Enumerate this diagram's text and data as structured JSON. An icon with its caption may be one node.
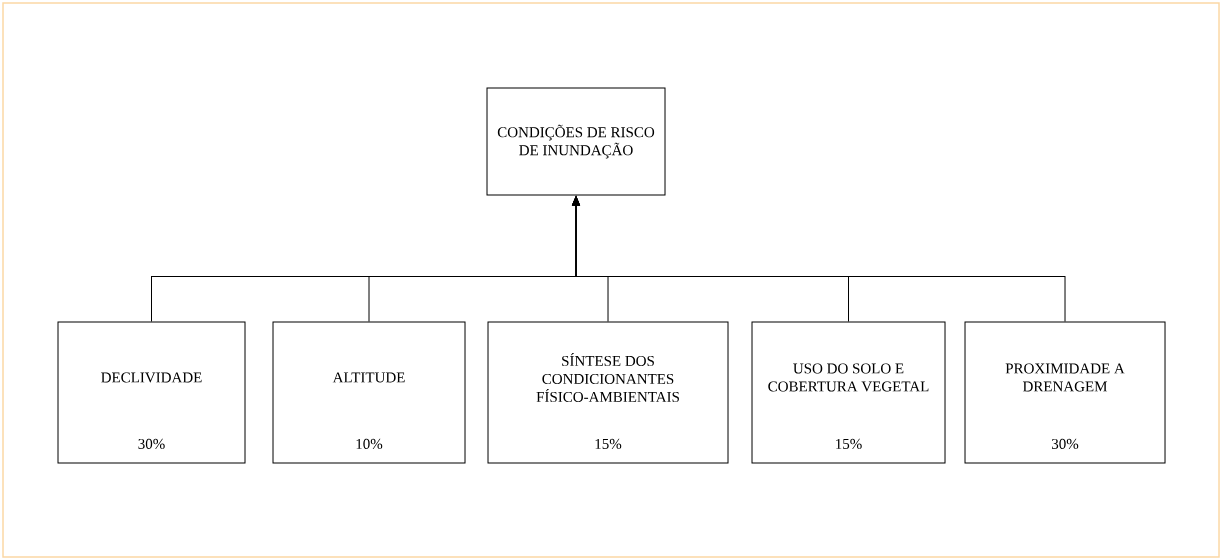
{
  "diagram": {
    "nodes": [
      {
        "text": [
          "CONDIÇÕES DE RISCO DE INUNDAÇÃO"
        ]
      },
      {
        "text": [
          "DECLIVIDADE",
          "30%"
        ]
      },
      {
        "text": [
          "ALTITUDE",
          "10%"
        ]
      },
      {
        "text": [
          "SÍNTESE DOS CONDICIONANTES FÍSICO-AMBIENTAIS",
          "15%"
        ]
      },
      {
        "text": [
          "USO DO SOLO E COBERTURA VEGETAL",
          "15%"
        ]
      },
      {
        "text": [
          "PROXIMIDADE A DRENAGEM",
          "30%"
        ]
      }
    ],
    "edges": [
      {
        "from": 1,
        "to": 0,
        "arrow": "to"
      },
      {
        "from": 2,
        "to": 0,
        "arrow": "to"
      },
      {
        "from": 3,
        "to": 0,
        "arrow": "to"
      },
      {
        "from": 4,
        "to": 0,
        "arrow": "to"
      },
      {
        "from": 5,
        "to": 0,
        "arrow": "to"
      }
    ]
  }
}
